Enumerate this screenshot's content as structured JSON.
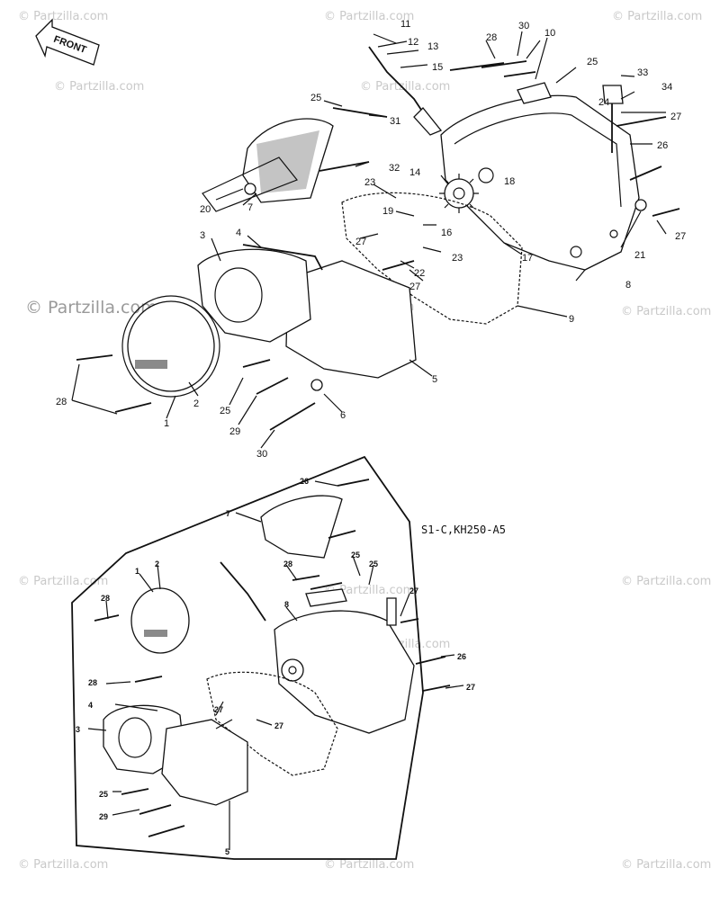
{
  "front_label": "FRONT",
  "variant_label": "S1-C,KH250-A5",
  "watermark_main": "© Partzilla.com",
  "watermark_repeat": "© Partzilla.com",
  "upper_callouts": [
    "11",
    "12",
    "13",
    "15",
    "28",
    "30",
    "10",
    "25",
    "33",
    "34",
    "24",
    "27",
    "25",
    "31",
    "26",
    "14",
    "18",
    "32",
    "23",
    "19",
    "16",
    "20",
    "7",
    "3",
    "4",
    "27",
    "23",
    "22",
    "27",
    "21",
    "27",
    "17",
    "8",
    "9",
    "28",
    "2",
    "1",
    "25",
    "6",
    "5",
    "29",
    "30"
  ],
  "lower_callouts": [
    "26",
    "7",
    "28",
    "25",
    "25",
    "1",
    "2",
    "28",
    "27",
    "8",
    "26",
    "28",
    "4",
    "27",
    "27",
    "27",
    "3",
    "25",
    "29",
    "5"
  ]
}
